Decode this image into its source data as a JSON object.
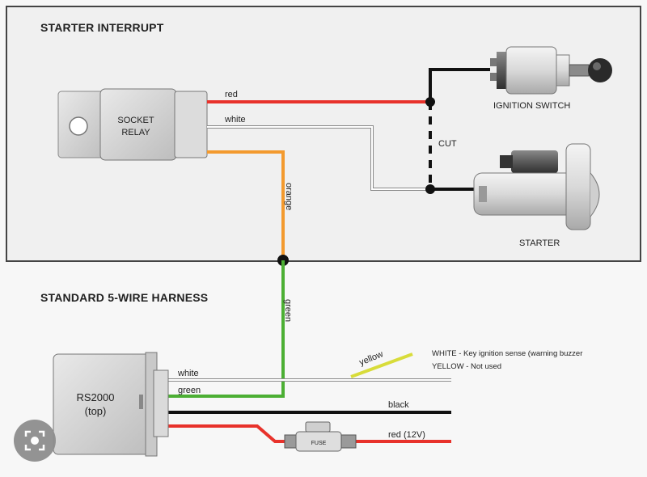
{
  "starter_section": {
    "title": "STARTER INTERRUPT",
    "relay_label_1": "SOCKET",
    "relay_label_2": "RELAY",
    "ignition_label": "IGNITION SWITCH",
    "starter_label": "STARTER",
    "cut_label": "CUT",
    "wire_red": "red",
    "wire_white": "white",
    "wire_orange": "orange"
  },
  "harness_section": {
    "title": "STANDARD 5-WIRE HARNESS",
    "module_label_1": "RS2000",
    "module_label_2": "(top)",
    "wire_green_vertical": "green",
    "wire_yellow": "yellow",
    "wire_white": "white",
    "wire_green": "green",
    "wire_black": "black",
    "wire_red": "red (12V)",
    "fuse_label": "FUSE",
    "note_white": "WHITE - Key ignition sense (warning buzzer",
    "note_yellow": "YELLOW - Not used"
  },
  "wire_colors": {
    "red": "#e8322b",
    "white": "#ffffff",
    "orange": "#f39a2e",
    "green": "#4caf34",
    "yellow": "#d8dc3a",
    "black": "#111111"
  },
  "overlay": {
    "lens_icon": "lens-icon"
  }
}
